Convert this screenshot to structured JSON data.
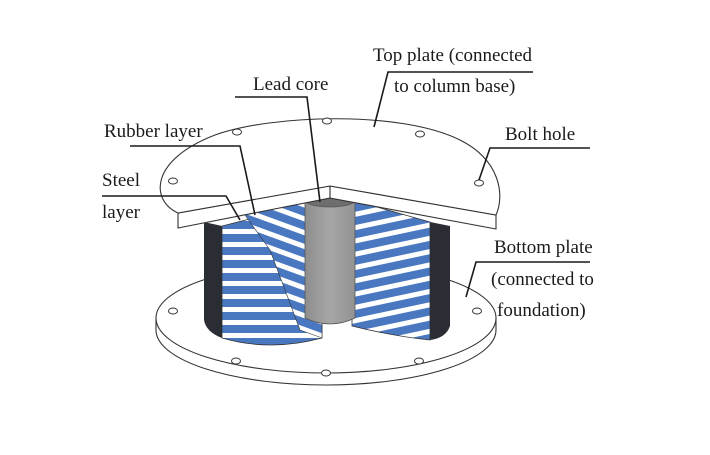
{
  "title": "Lead rubber bearing components",
  "labels": {
    "lead_core": "Lead core",
    "rubber_layer": "Rubber layer",
    "steel_layer_line1": "Steel",
    "steel_layer_line2": "layer",
    "top_plate_line1": "Top plate (connected",
    "top_plate_line2": "to column base)",
    "bolt_hole": "Bolt hole",
    "bottom_plate_line1": "Bottom plate",
    "bottom_plate_line2": "(connected to",
    "bottom_plate_line3": "foundation)"
  },
  "colors": {
    "rubber": "#4a78c0",
    "steel": "#ffffff",
    "lead": "#a0a0a0",
    "cover": "#2a2d33",
    "plate": "#ffffff"
  }
}
